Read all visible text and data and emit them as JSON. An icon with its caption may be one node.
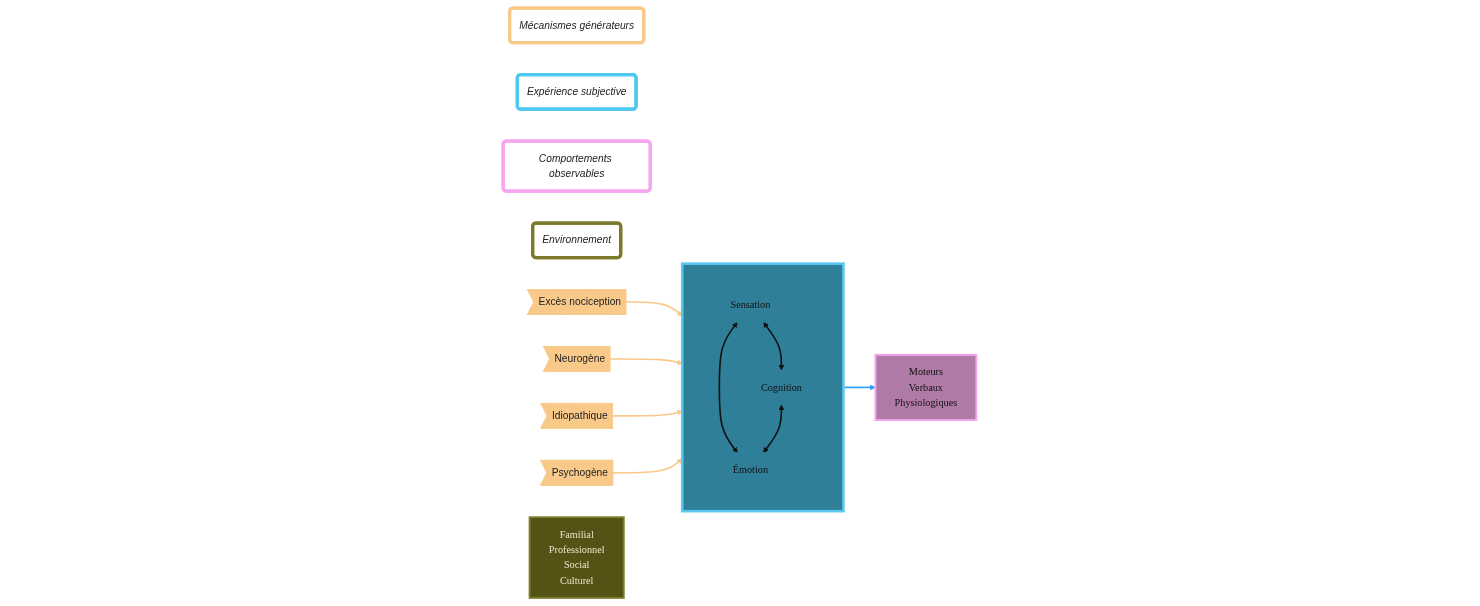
{
  "diagram": {
    "nodes": [
      {
        "text": [
          "Mécanismes générateurs"
        ]
      },
      {
        "text": [
          "Expérience subjective"
        ]
      },
      {
        "text": [
          "Comportements observables"
        ]
      },
      {
        "text": [
          "Environnement"
        ]
      },
      {
        "text": [
          "Excès nociception"
        ]
      },
      {
        "text": [
          "Neurogène"
        ]
      },
      {
        "text": [
          "Idiopathique"
        ]
      },
      {
        "text": [
          "Psychogène"
        ]
      },
      {
        "text": [],
        "shape": "box"
      },
      {
        "text": [
          "Sensation"
        ],
        "in": 8
      },
      {
        "text": [
          "Émotion"
        ],
        "in": 8
      },
      {
        "text": [
          "Cognition"
        ],
        "in": 8
      },
      {
        "text": [
          "Moteurs",
          "Verbaux",
          "Physiologiques"
        ]
      },
      {
        "text": [
          "Familial",
          "Professionnel",
          "Social",
          "Culturel"
        ]
      }
    ],
    "edges": [
      {
        "from": 4,
        "to": 8,
        "arrow": "to",
        "color": "#f9c98a"
      },
      {
        "from": 5,
        "to": 8,
        "arrow": "to",
        "color": "#f9c98a"
      },
      {
        "from": 6,
        "to": 8,
        "arrow": "to",
        "color": "#f9c98a"
      },
      {
        "from": 7,
        "to": 8,
        "arrow": "to",
        "color": "#f9c98a"
      },
      {
        "from": 9,
        "to": 10,
        "arrow": "both",
        "color": "#111111"
      },
      {
        "from": 11,
        "to": 10,
        "arrow": "both",
        "color": "#111111"
      },
      {
        "from": 9,
        "to": 11,
        "arrow": "both",
        "color": "#111111"
      },
      {
        "from": 8,
        "to": 12,
        "arrow": "to",
        "color": "#2a9df4"
      }
    ]
  }
}
